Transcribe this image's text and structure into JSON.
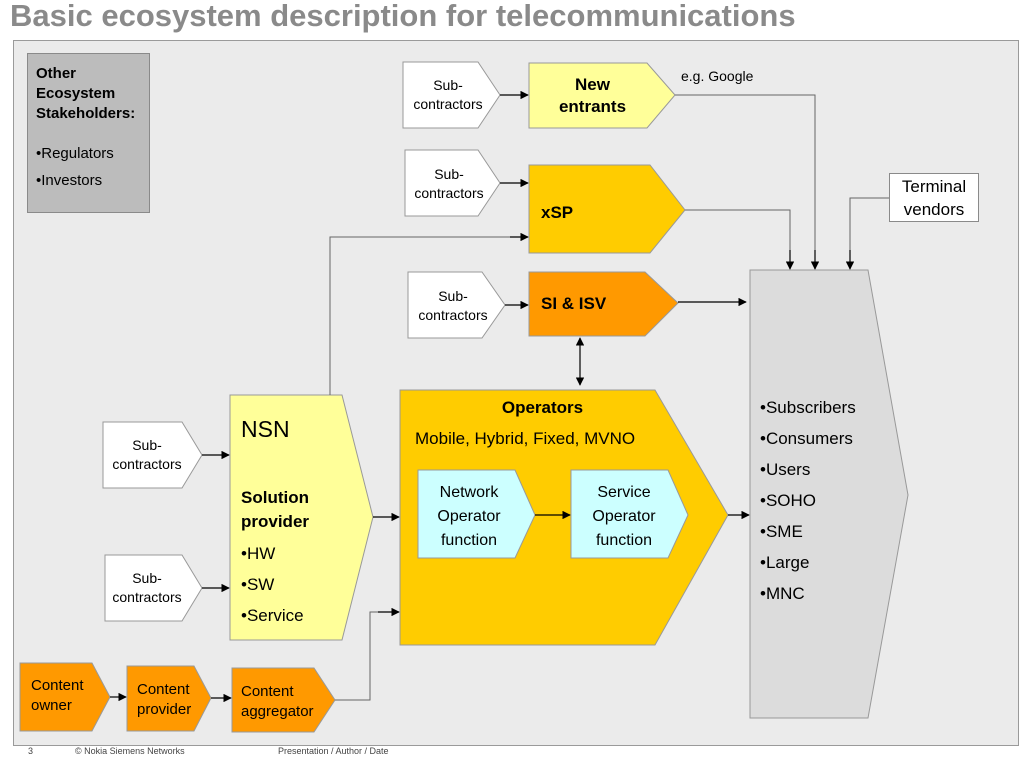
{
  "title": "Basic ecosystem description for telecommunications",
  "stakeholders": {
    "heading": [
      "Other",
      "Ecosystem",
      "Stakeholders:"
    ],
    "items": [
      "•Regulators",
      "•Investors"
    ]
  },
  "subcontractors": {
    "line1": "Sub-",
    "line2": "contractors"
  },
  "new_entrants": {
    "line1": "New",
    "line2": "entrants",
    "note": "e.g. Google"
  },
  "xsp": {
    "label": "xSP"
  },
  "si_isv": {
    "label": "SI & ISV"
  },
  "terminal_vendors": {
    "line1": "Terminal",
    "line2": "vendors"
  },
  "nsn": {
    "name": "NSN",
    "role_line1": "Solution",
    "role_line2": "provider",
    "items": [
      "•HW",
      "•SW",
      "•Service"
    ]
  },
  "operators": {
    "title": "Operators",
    "subtitle": "Mobile, Hybrid, Fixed, MVNO",
    "network_function": [
      "Network",
      "Operator",
      "function"
    ],
    "service_function": [
      "Service",
      "Operator",
      "function"
    ]
  },
  "customers": {
    "items": [
      "•Subscribers",
      "•Consumers",
      "•Users",
      "•SOHO",
      "•SME",
      "•Large",
      "•MNC"
    ]
  },
  "content_chain": {
    "owner": [
      "Content",
      "owner"
    ],
    "provider": [
      "Content",
      "provider"
    ],
    "aggregator": [
      "Content",
      "aggregator"
    ]
  },
  "footer": {
    "page": "3",
    "company": "© Nokia Siemens Networks",
    "presentation": "Presentation / Author / Date"
  },
  "colors": {
    "title_gray": "#8a8a8a",
    "frame_bg": "#ebebeb",
    "light_yellow": "#ffff99",
    "gold": "#ffcc00",
    "orange": "#ff9900",
    "cyan": "#ccffff",
    "gray_box": "#bcbcbc",
    "customer_gray": "#dcdcdc"
  }
}
